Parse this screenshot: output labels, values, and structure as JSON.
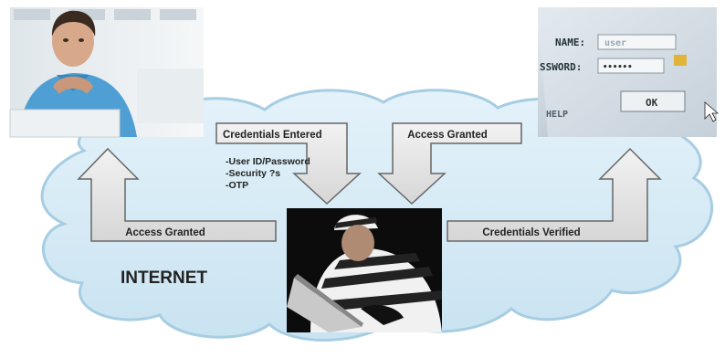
{
  "diagram": {
    "internet_label": "INTERNET",
    "arrows": {
      "credentials_entered": "Credentials Entered",
      "access_granted_top": "Access Granted",
      "access_granted_left": "Access Granted",
      "credentials_verified": "Credentials Verified"
    },
    "credential_list": [
      "-User ID/Password",
      "-Security ?s",
      "-OTP"
    ]
  },
  "photos": {
    "user": {
      "icon": "user-at-laptop-photo"
    },
    "thief": {
      "icon": "thief-at-laptop-photo"
    },
    "login": {
      "icon": "login-screen-photo",
      "name_label": "NAME:",
      "name_value": "user",
      "password_label": "SSWORD:",
      "password_value": "••••••",
      "ok_label": "OK",
      "help_label": "HELP"
    }
  },
  "colors": {
    "cloud_fill": "#d4e9f4",
    "cloud_stroke": "#a6cde2",
    "arrow_fill": "#e6e6e6",
    "arrow_stroke": "#666666"
  }
}
